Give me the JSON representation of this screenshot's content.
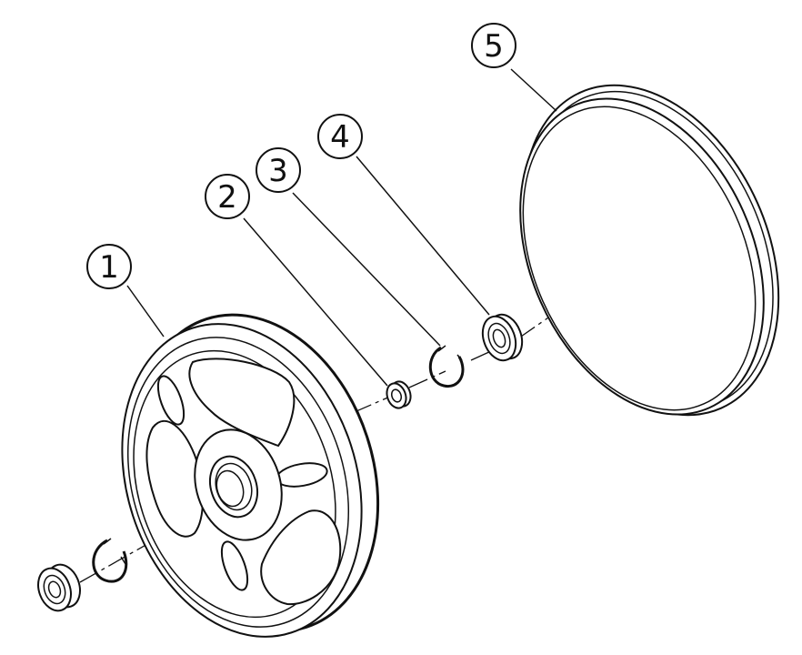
{
  "callouts": [
    {
      "id": "1"
    },
    {
      "id": "2"
    },
    {
      "id": "3"
    },
    {
      "id": "4"
    },
    {
      "id": "5"
    }
  ]
}
